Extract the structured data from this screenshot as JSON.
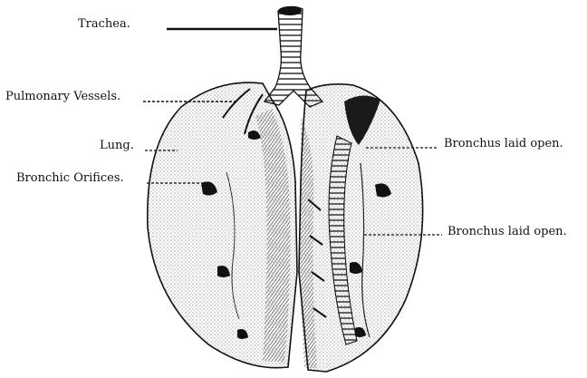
{
  "labels": {
    "trachea": "Trachea.",
    "pulmonary_vessels": "Pulmonary Vessels.",
    "lung": "Lung.",
    "bronchic_orifices": "Bronchic Orifices.",
    "bronchus_upper": "Bronchus laid open.",
    "bronchus_lower": "Bronchus laid open."
  },
  "colors": {
    "ink": "#111111",
    "paper": "#ffffff"
  }
}
